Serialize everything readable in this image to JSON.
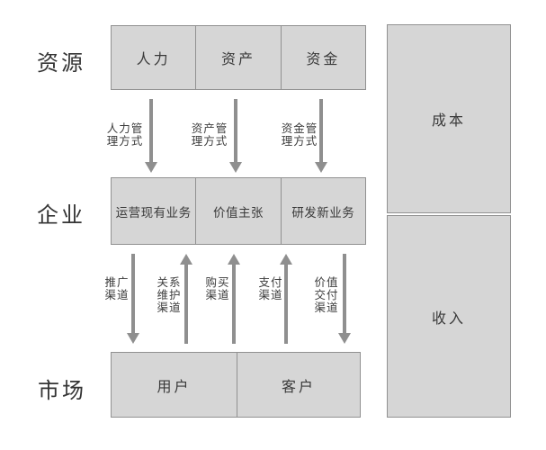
{
  "left_labels": [
    "资源",
    "企业",
    "市场"
  ],
  "resource_boxes": [
    "人力",
    "资产",
    "资金"
  ],
  "management_arrows": [
    {
      "label": "人力管\n理方式",
      "direction": "down"
    },
    {
      "label": "资产管\n理方式",
      "direction": "down"
    },
    {
      "label": "资金管\n理方式",
      "direction": "down"
    }
  ],
  "enterprise_boxes": [
    "运营现有业务",
    "价值主张",
    "研发新业务"
  ],
  "channel_arrows": [
    {
      "label": "推广\n渠道",
      "direction": "down"
    },
    {
      "label": "关系\n维护\n渠道",
      "direction": "up"
    },
    {
      "label": "购买\n渠道",
      "direction": "up"
    },
    {
      "label": "支付\n渠道",
      "direction": "up"
    },
    {
      "label": "价值\n交付\n渠道",
      "direction": "down"
    }
  ],
  "market_boxes": [
    "用户",
    "客户"
  ],
  "finance_boxes": [
    "成本",
    "收入"
  ],
  "colors": {
    "box_fill": "#d6d6d6",
    "box_border": "#919191",
    "arrow": "#8f8f8f",
    "text": "#3a3a3a",
    "background": "#ffffff"
  }
}
